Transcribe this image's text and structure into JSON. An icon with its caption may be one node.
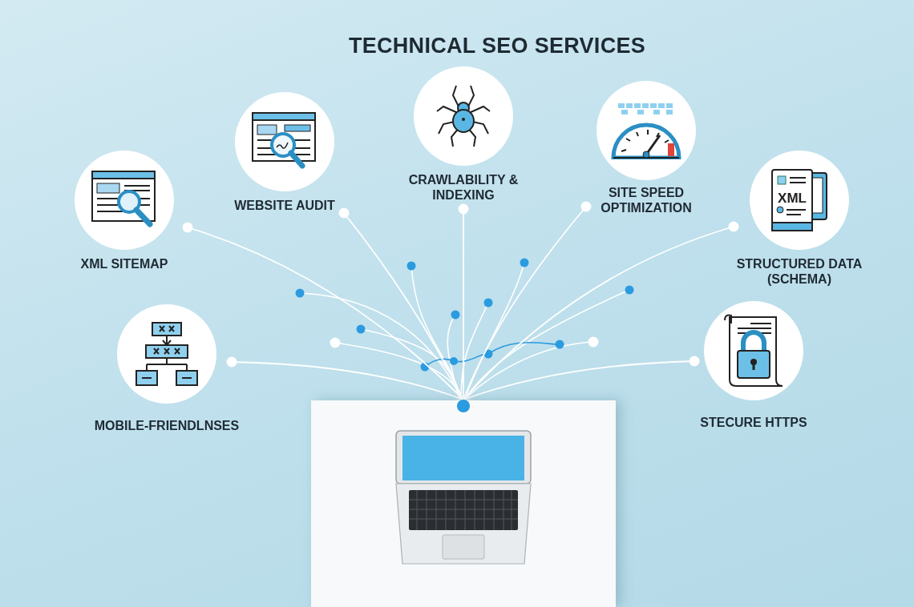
{
  "diagram": {
    "title": "TECHNICAL SEO SERVICES",
    "nodes": [
      {
        "text": [],
        "shape": "circle"
      },
      {
        "text": [
          "XML SITEMAP"
        ]
      },
      {
        "text": [
          "WEBSITE AUDIT"
        ]
      },
      {
        "text": [
          "CRAWLABILITY & INDEXING"
        ]
      },
      {
        "text": [
          "SITE SPEED OPTIMIZATION"
        ]
      },
      {
        "text": [
          "STRUCTURED DATA (SCHEMA)"
        ]
      },
      {
        "text": [
          "MOBILE-FRIENDLNSES"
        ]
      },
      {
        "text": [
          "STECURE HTTPS"
        ]
      }
    ],
    "edges": [
      {
        "from": 0,
        "to": 1,
        "arrow": "other"
      },
      {
        "from": 0,
        "to": 2,
        "arrow": "other"
      },
      {
        "from": 0,
        "to": 3,
        "arrow": "other"
      },
      {
        "from": 0,
        "to": 4,
        "arrow": "other"
      },
      {
        "from": 0,
        "to": 5,
        "arrow": "other"
      },
      {
        "from": 0,
        "to": 6,
        "arrow": "other"
      },
      {
        "from": 0,
        "to": 7,
        "arrow": "other"
      }
    ],
    "labels": [
      "XML"
    ]
  }
}
